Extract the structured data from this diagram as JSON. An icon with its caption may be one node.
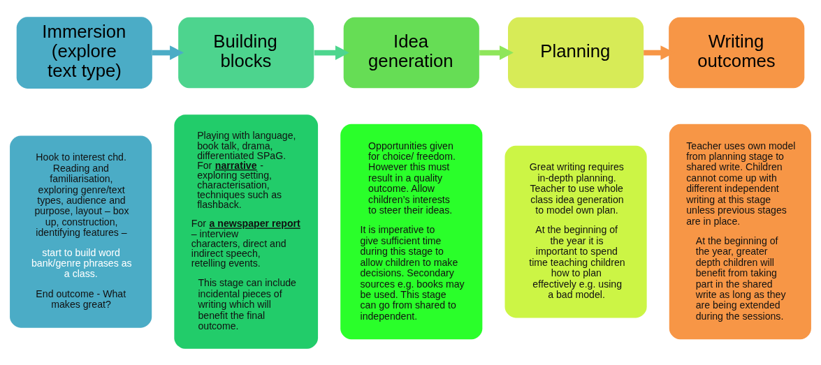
{
  "diagram": {
    "nodes": [
      {
        "text": [
          "Immersion (explore text type)"
        ]
      },
      {
        "text": [
          "Building blocks"
        ]
      },
      {
        "text": [
          "Idea generation"
        ]
      },
      {
        "text": [
          "Planning"
        ]
      },
      {
        "text": [
          "Writing outcomes"
        ]
      },
      {
        "text": [
          "Hook to interest chd. Reading and familiarisation, exploring genre/text types, audience and purpose, layout – box up, construction, identifying features –",
          "start to build word bank/genre phrases as a class.",
          "End outcome - What makes great?"
        ]
      },
      {
        "text": [
          "Playing with language, book talk, drama, differentiated SPaG.  For **narrative** - exploring setting, characterisation, techniques such as flashback.",
          "For **a newspaper report** – interview characters, direct and indirect speech, retelling events.",
          "This stage can include incidental pieces of writing which will benefit the final outcome."
        ]
      },
      {
        "text": [
          "Opportunities given for choice/ freedom. However this must result in a quality outcome. Allow children’s interests to steer their ideas.",
          "It is imperative to give sufficient time during this stage to allow children to make decisions. Secondary sources e.g. books may be used. This stage can go from shared to independent."
        ]
      },
      {
        "text": [
          "Great writing requires in-depth planning. Teacher to use whole class idea generation to model own plan.",
          "At the beginning of the year it is important to spend time teaching children how to plan effectively e.g. using a bad model."
        ]
      },
      {
        "text": [
          "Teacher uses own model from planning stage to shared write. Children cannot come up with different independent writing at this stage unless previous stages are in place.",
          "At the beginning of the year, greater depth children will benefit from taking part in the shared write as long as they are being extended during the sessions."
        ]
      }
    ],
    "edges": [
      {
        "from": 0,
        "to": 1,
        "arrow": "to",
        "color": "#4bacc6"
      },
      {
        "from": 1,
        "to": 2,
        "arrow": "to",
        "color": "#4dd68e"
      },
      {
        "from": 2,
        "to": 3,
        "arrow": "to",
        "color": "#8ee65a"
      },
      {
        "from": 3,
        "to": 4,
        "arrow": "to",
        "color": "#f79646"
      }
    ]
  }
}
